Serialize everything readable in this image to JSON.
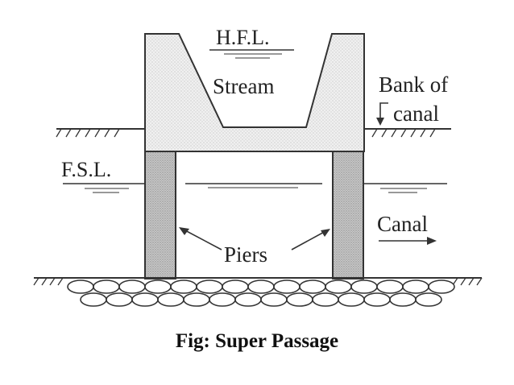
{
  "figure": {
    "labels": {
      "hfl": "H.F.L.",
      "stream": "Stream",
      "bank_line1": "Bank of",
      "bank_line2": "canal",
      "fsl": "F.S.L.",
      "canal": "Canal",
      "piers": "Piers"
    },
    "caption": "Fig: Super Passage"
  }
}
